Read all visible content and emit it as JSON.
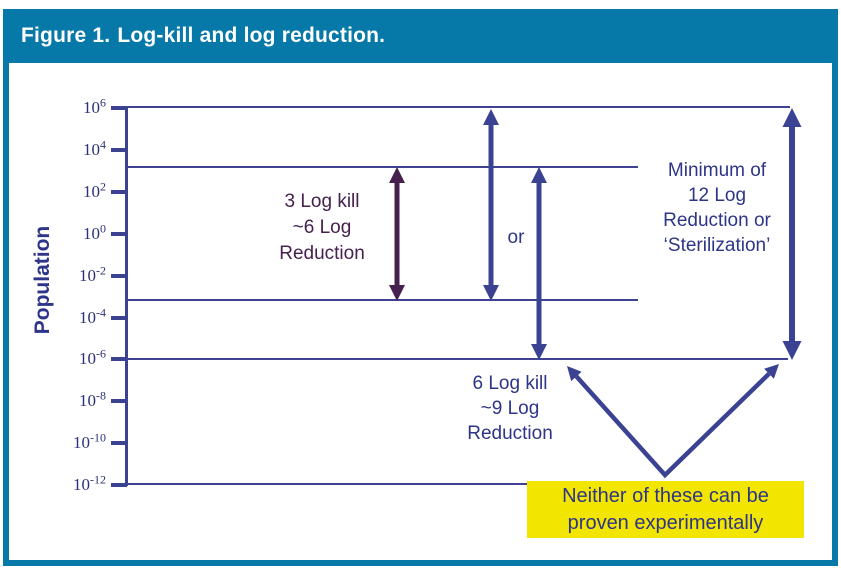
{
  "figure": {
    "label": "Figure 1.",
    "title": "Log-kill and log reduction."
  },
  "axis": {
    "label": "Population",
    "ticks": [
      {
        "base": "10",
        "exp": "6"
      },
      {
        "base": "10",
        "exp": "4"
      },
      {
        "base": "10",
        "exp": "2"
      },
      {
        "base": "10",
        "exp": "0"
      },
      {
        "base": "10",
        "exp": "-2"
      },
      {
        "base": "10",
        "exp": "-4"
      },
      {
        "base": "10",
        "exp": "-6"
      },
      {
        "base": "10",
        "exp": "-8"
      },
      {
        "base": "10",
        "exp": "-10"
      },
      {
        "base": "10",
        "exp": "-12"
      }
    ]
  },
  "annotations": {
    "log3": "3 Log kill\n~6 Log\nReduction",
    "or": "or",
    "log6": "6 Log kill\n~9 Log\nReduction",
    "min12": "Minimum of\n12 Log\nReduction or\n‘Sterilization’",
    "callout": "Neither of these can be\nproven experimentally"
  },
  "colors": {
    "teal_header": "#0679A8",
    "navy_arrow": "#3B4292",
    "navy_text": "#2E3588",
    "purple_arrow": "#46204E",
    "callout_yellow": "#F2E500",
    "background": "#FFFFFF"
  },
  "chart_data": {
    "type": "line",
    "title": "Figure 1. Log-kill and log reduction.",
    "ylabel": "Population",
    "yscale": "log",
    "ytick_labels": [
      "10^6",
      "10^4",
      "10^2",
      "10^0",
      "10^-2",
      "10^-4",
      "10^-6",
      "10^-8",
      "10^-10",
      "10^-12"
    ],
    "ylim": [
      "10^-12",
      "10^6"
    ],
    "grid": "horizontal reference lines only",
    "legend": "none",
    "reference_levels_log10": [
      6,
      3,
      -3,
      -6,
      -12
    ],
    "arrows": [
      {
        "label": "3 Log kill ~6 Log Reduction",
        "from_log10": 3,
        "to_log10": -3,
        "heads": "both",
        "color": "#46204E"
      },
      {
        "label": "or",
        "from_log10": 6,
        "to_log10": -3,
        "heads": "both",
        "color": "#3B4292"
      },
      {
        "label": "6 Log kill ~9 Log Reduction",
        "from_log10": 3,
        "to_log10": -6,
        "heads": "both",
        "color": "#3B4292"
      },
      {
        "label": "Minimum of 12 Log Reduction or 'Sterilization'",
        "from_log10": 6,
        "to_log10": -6,
        "heads": "both",
        "color": "#3B4292"
      }
    ],
    "callout": {
      "text": "Neither of these can be proven experimentally",
      "points_to": "the 10^-6 endpoints of the 9-log and 12-log reduction arrows"
    }
  }
}
